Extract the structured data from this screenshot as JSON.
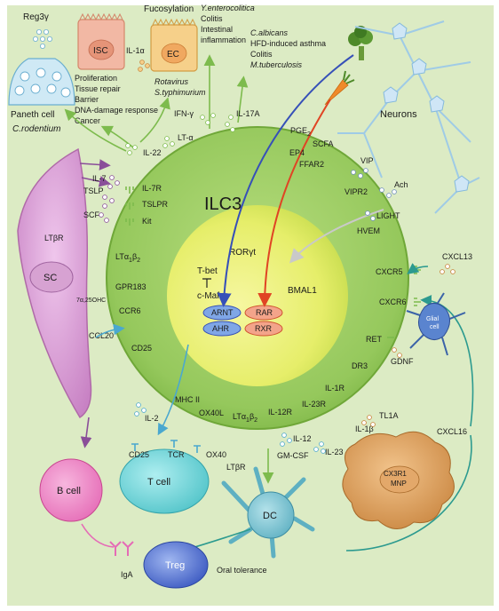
{
  "center": {
    "title": "ILC3",
    "transcription_factor": "RORγt",
    "tbet": "T-bet",
    "cmaf": "c-Maf",
    "bmal1": "BMAL1",
    "nuclear_receptors": [
      "ARNT",
      "RAR",
      "AHR",
      "RXR"
    ]
  },
  "top": {
    "reg3y": "Reg3γ",
    "paneth_cell": "Paneth cell",
    "isc": "ISC",
    "ec": "EC",
    "fucosylation": "Fucosylation",
    "il1a": "IL-1α",
    "isc_functions": [
      "Proliferation",
      "Tissue repair",
      "Barrier",
      "DNA-damage response",
      "Cancer"
    ],
    "ec_pathogens": [
      "Rotavirus",
      "S.typhimurium"
    ],
    "il17_effects": [
      "Y.enterocolitica",
      "Colitis",
      "Intestinal",
      "inflammation"
    ],
    "diet_effects": [
      "C.albicans",
      "HFD-induced asthma",
      "Colitis",
      "M.tuberculosis"
    ],
    "c_rodentium": "C.rodentium",
    "il22": "IL-22",
    "lta": "LT-α",
    "ifng": "IFN-γ",
    "il17a": "IL-17A"
  },
  "neurons": {
    "label": "Neurons",
    "pge2": "PGE",
    "pge2_sub": "2",
    "scfa": "SCFA",
    "ep4": "EP4",
    "ffar2": "FFAR2",
    "vip": "VIP",
    "ach": "Ach",
    "vipr2": "VIPR2",
    "light": "LIGHT",
    "hvem": "HVEM"
  },
  "left": {
    "il7": "IL-7",
    "tslp": "TSLP",
    "scf": "SCF",
    "il7r": "IL-7R",
    "tslpr": "TSLPR",
    "kit": "Kit",
    "ltbr": "LTβR",
    "sc": "SC",
    "lta1b2": "LTα",
    "lta1b2_sub1": "1",
    "lta1b2_mid": "β",
    "lta1b2_sub2": "2",
    "gpr183": "GPR183",
    "oxysterol": "7α,25OHC",
    "ccr6": "CCR6",
    "ccl20": "CCL20",
    "cd25": "CD25"
  },
  "right": {
    "cxcr5": "CXCR5",
    "cxcl13": "CXCL13",
    "cxcr6": "CXCR6",
    "ret": "RET",
    "glial_cell": [
      "Glial",
      "cell"
    ],
    "gdnf": "GDNF",
    "dr3": "DR3",
    "il1r": "IL-1R",
    "tl1a": "TL1A",
    "il1b": "IL-1β",
    "cxcl16": "CXCL16",
    "mnp": [
      "CX3R1",
      "MNP"
    ]
  },
  "bottom": {
    "mhc2": "MHC II",
    "ox40l": "OX40L",
    "lta1b2": "LTα",
    "lta1b2_sub1": "1",
    "lta1b2_mid": "β",
    "lta1b2_sub2": "2",
    "il12r": "IL-12R",
    "il23r": "IL-23R",
    "il2": "IL-2",
    "il12": "IL-12",
    "il23": "IL-23",
    "gmcsf": "GM-CSF",
    "ltbr": "LTβR",
    "cd25": "CD25",
    "tcr": "TCR",
    "ox40": "OX40",
    "tcell": "T cell",
    "dc": "DC",
    "bcell": "B cell",
    "iga": "IgA",
    "treg": "Treg",
    "oral_tolerance": "Oral tolerance"
  },
  "colors": {
    "background": "#dcebc4",
    "ilc3_outer": "#8fc45a",
    "nucleus": "#e8f070",
    "sc": "#d79bd3",
    "bcell": "#ef7fc2",
    "tcell": "#6ed3d6",
    "dc": "#73c0cc",
    "treg": "#4f6fc9",
    "mnp": "#d99a54",
    "arrow_blue": "#3650b8",
    "arrow_red": "#e04424",
    "arrow_green": "#7dbb4d",
    "arrow_purple": "#8a4e99",
    "arrow_teal": "#2c9a8f"
  }
}
